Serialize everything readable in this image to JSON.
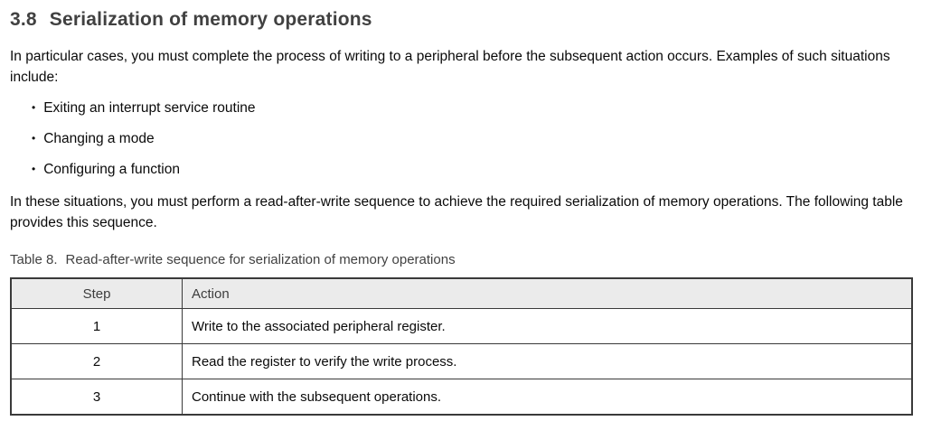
{
  "heading": {
    "number": "3.8",
    "title": "Serialization of memory operations"
  },
  "paragraph1": "In particular cases, you must complete the process of writing to a peripheral before the subsequent action occurs. Examples of such situations include:",
  "bullet_glyph": "•",
  "bullets": [
    "Exiting an interrupt service routine",
    "Changing a mode",
    "Configuring a function"
  ],
  "paragraph2": "In these situations, you must perform a read-after-write sequence to achieve the required serialization of memory operations. The following table provides this sequence.",
  "table": {
    "caption_label": "Table 8.",
    "caption_title": "Read-after-write sequence for serialization of memory operations",
    "columns": [
      "Step",
      "Action"
    ],
    "rows": [
      {
        "step": "1",
        "action": "Write to the associated peripheral register."
      },
      {
        "step": "2",
        "action": "Read the register to verify the write process."
      },
      {
        "step": "3",
        "action": "Continue with the subsequent operations."
      }
    ]
  },
  "colors": {
    "heading_text": "#414141",
    "body_text": "#0a0a0a",
    "table_border": "#3a3a3a",
    "table_header_bg": "#ebebeb"
  }
}
